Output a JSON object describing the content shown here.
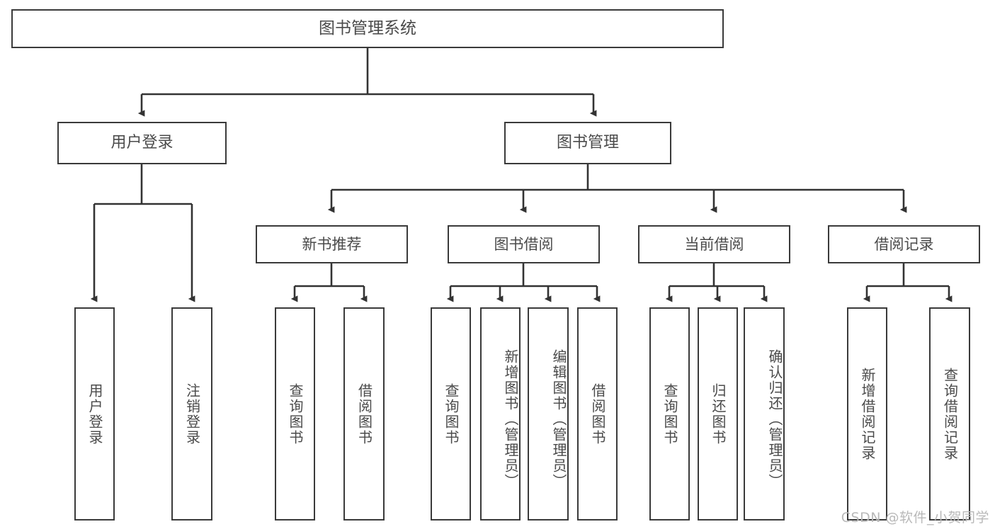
{
  "diagram": {
    "title": "图书管理系统",
    "type": "hierarchy-tree",
    "colors": {
      "border": "#3a3a3a",
      "text": "#4a4a4a",
      "background": "#ffffff",
      "watermark": "#b9b9b9"
    },
    "root": {
      "label": "图书管理系统"
    },
    "level2": [
      {
        "label": "用户登录"
      },
      {
        "label": "图书管理"
      }
    ],
    "level3": [
      {
        "label": "新书推荐"
      },
      {
        "label": "图书借阅"
      },
      {
        "label": "当前借阅"
      },
      {
        "label": "借阅记录"
      }
    ],
    "leaves": {
      "user_login": [
        {
          "label": "用户登录"
        },
        {
          "label": "注销登录"
        }
      ],
      "new_book_recommend": [
        {
          "label": "查询图书"
        },
        {
          "label": "借阅图书"
        }
      ],
      "book_borrow": [
        {
          "label": "查询图书"
        },
        {
          "label": "新增图书（管理员）"
        },
        {
          "label": "编辑图书（管理员）"
        },
        {
          "label": "借阅图书"
        }
      ],
      "current_borrow": [
        {
          "label": "查询图书"
        },
        {
          "label": "归还图书"
        },
        {
          "label": "确认归还（管理员）"
        }
      ],
      "borrow_record": [
        {
          "label": "新增借阅记录"
        },
        {
          "label": "查询借阅记录"
        }
      ]
    }
  },
  "watermark": {
    "text": "CSDN @软件_小贺同学"
  }
}
